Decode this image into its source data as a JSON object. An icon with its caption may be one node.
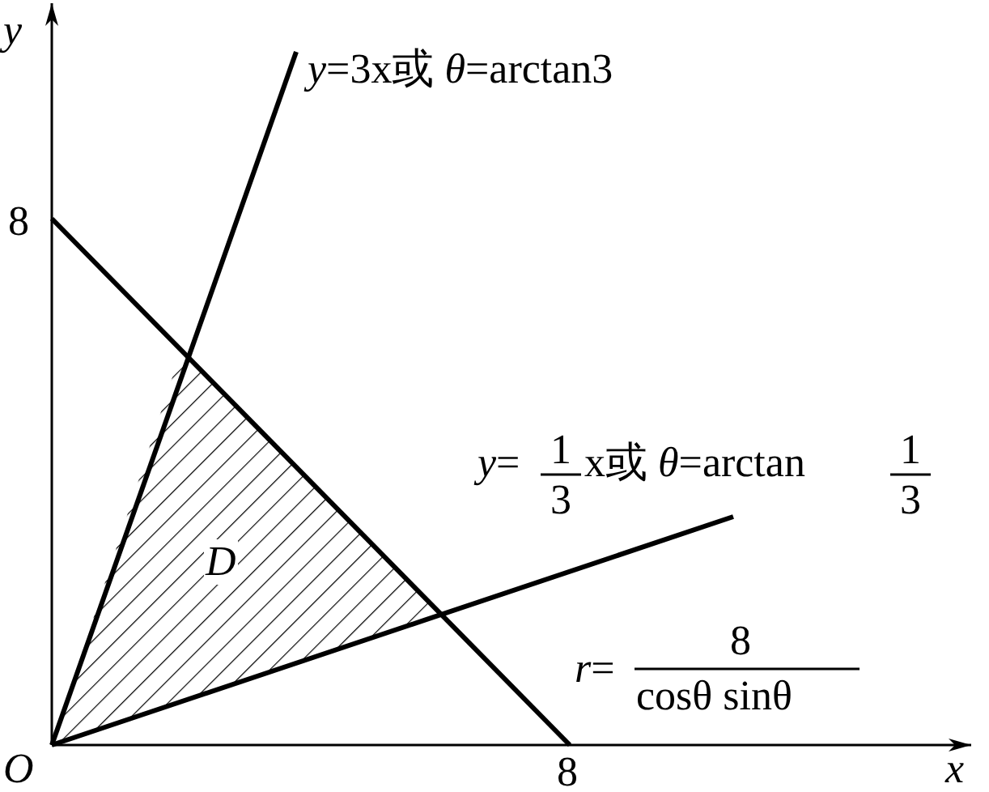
{
  "diagram": {
    "labels": [
      "*y*",
      "8",
      "*y*=3x或 *θ*=arctan3",
      "*D*",
      "*y*=",
      "1",
      "3",
      "x或 *θ*=arctan",
      "1",
      "3",
      "*r*=",
      "8",
      "cosθ sinθ",
      "*O*",
      "8",
      "*x*"
    ]
  }
}
